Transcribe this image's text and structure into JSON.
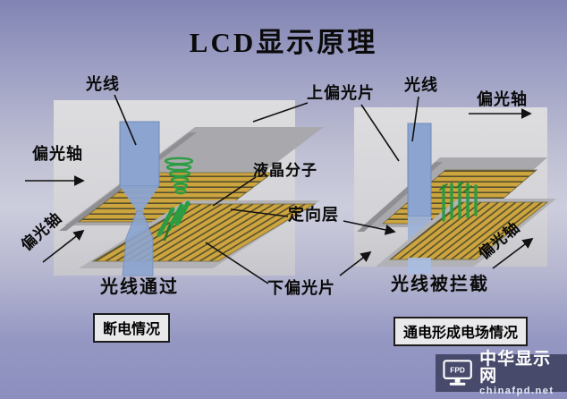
{
  "title": "LCD显示原理",
  "left_diagram": {
    "light_label": "光线",
    "axis_label": "偏光轴",
    "axis_label_bottom": "偏光轴",
    "result_label": "光线通过",
    "caption": "断电情况"
  },
  "middle_labels": {
    "upper_polarizer": "上偏光片",
    "lc_molecules": "液晶分子",
    "alignment_layer": "定向层",
    "lower_polarizer": "下偏光片"
  },
  "right_diagram": {
    "light_label": "光线",
    "axis_label": "偏光轴",
    "axis_label_bottom": "偏光轴",
    "result_label": "光线被拦截",
    "caption": "通电形成电场情况"
  },
  "logo": {
    "icon_text": "FPD",
    "name": "中华显示网",
    "domain": "chinafpd.net"
  },
  "colors": {
    "background_top": "#8184b3",
    "background_mid": "#cccddc",
    "panel_gray": "#d6d6d9",
    "polarizer_gold": "#cda43e",
    "beam_blue": "#8ba4d0",
    "molecule_green": "#2c9c42",
    "logo_bg": "#474a6b",
    "text": "#0a0a0a"
  }
}
